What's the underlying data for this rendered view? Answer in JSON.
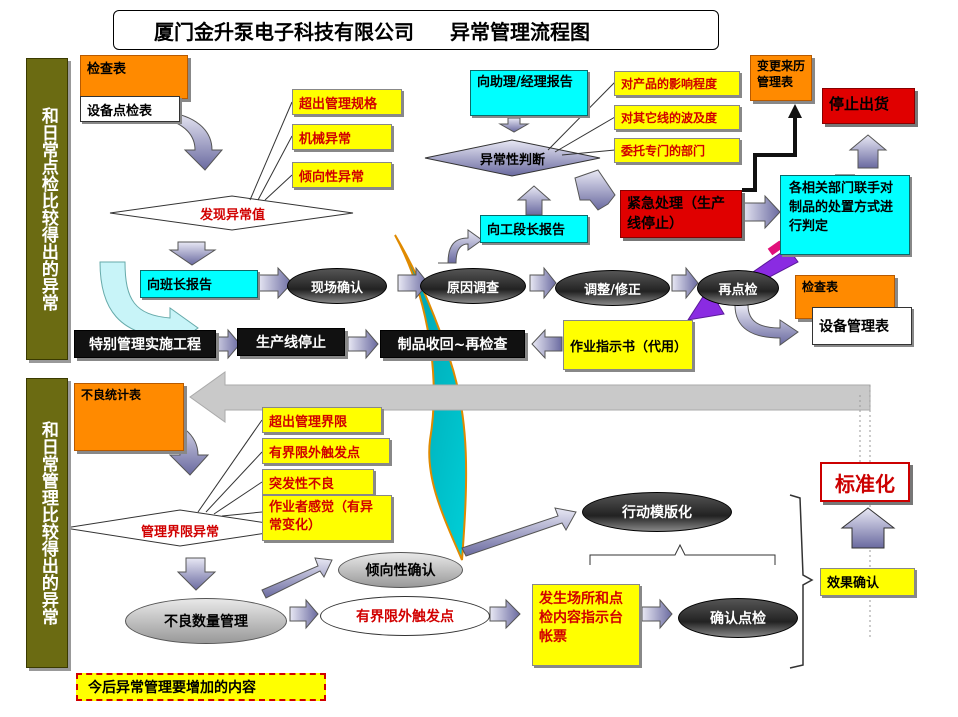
{
  "title": {
    "company": "厦门金升泵电子科技有限公司",
    "name": "异常管理流程图"
  },
  "sidebar_top": "和日常点检比较得出的异常",
  "sidebar_bottom": "和日常管理比较得出的异常",
  "top": {
    "inspection_sheet": "检查表",
    "equipment_check_sheet": "设备点检表",
    "causes": [
      "超出管理规格",
      "机械异常",
      "倾向性异常"
    ],
    "find_abnormal": "发现异常值",
    "report_assistant": "向助理/经理报告",
    "impacts": [
      "对产品的影响程度",
      "对其它线的波及度",
      "委托专门的部门"
    ],
    "judge": "异常性判断",
    "change_history": "变更来历管理表",
    "stop_shipment": "停止出货",
    "emergency": "紧急处理（生产线停止）",
    "departments": "各相关部门联手对制品的处置方式进行判定",
    "report_section_chief": "向工段长报告",
    "report_team_leader": "向班长报告",
    "site_confirm": "现场确认",
    "cause_investigation": "原因调查",
    "adjust_repair": "调整/修正",
    "recheck": "再点检",
    "inspection_sheet2": "检查表",
    "equipment_mgmt": "设备管理表",
    "special_mgmt": "特别管理实施工程",
    "line_stop": "生产线停止",
    "product_recall": "制品收回~再检查",
    "work_instruction": "作业指示书（代用）"
  },
  "bottom": {
    "defect_stats": "不良统计表",
    "causes": [
      "超出管理界限",
      "有界限外触发点",
      "突发性不良",
      "作业者感觉（有异常变化）"
    ],
    "limit_abnormal": "管理界限异常",
    "trend_confirm": "倾向性确认",
    "action_model": "行动模版化",
    "standardize": "标准化",
    "defect_qty_mgmt": "不良数量管理",
    "out_of_limit": "有界限外触发点",
    "occurrence_ledger": "发生场所和点检内容指示台帐票",
    "confirm_check": "确认点检",
    "effect_confirm": "效果确认",
    "future_content": "今后异常管理要增加的内容"
  }
}
